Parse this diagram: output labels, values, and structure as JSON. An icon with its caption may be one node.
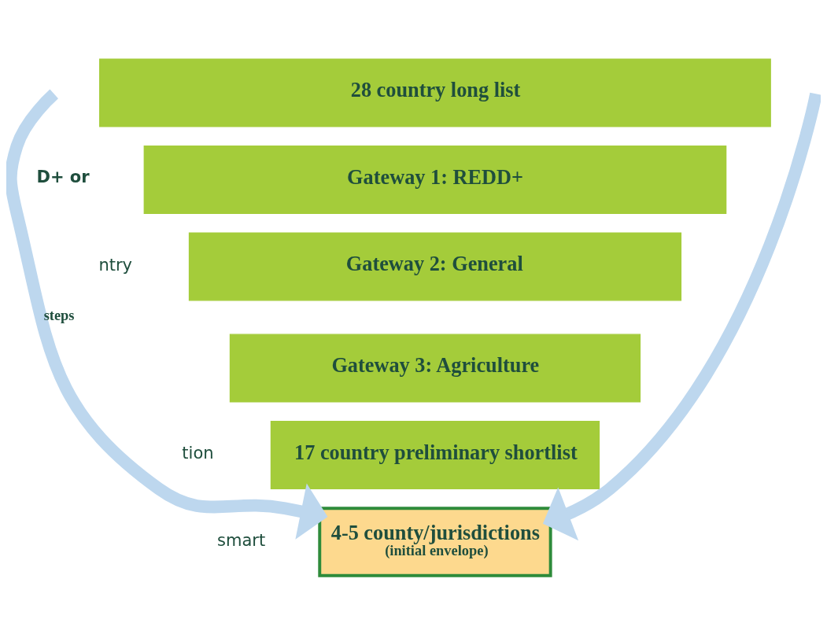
{
  "diagram": {
    "nodes": [
      {
        "text": [
          "28 country long list"
        ]
      },
      {
        "text": [
          "Gateway 1: REDD+"
        ]
      },
      {
        "text": [
          "Gateway 2: General"
        ]
      },
      {
        "text": [
          "Gateway 3: Agriculture"
        ]
      },
      {
        "text": [
          "17 country preliminary shortlist"
        ]
      },
      {
        "text": [
          "4-5 county/jurisdictions",
          "(initial envelope)"
        ]
      }
    ],
    "edges": [
      {
        "from": null,
        "to": 5,
        "arrow": "to",
        "label": "steps"
      },
      {
        "from": null,
        "to": 5,
        "arrow": "to"
      }
    ],
    "labels": [
      "D+ or",
      "ntry",
      "tion",
      "smart"
    ]
  }
}
